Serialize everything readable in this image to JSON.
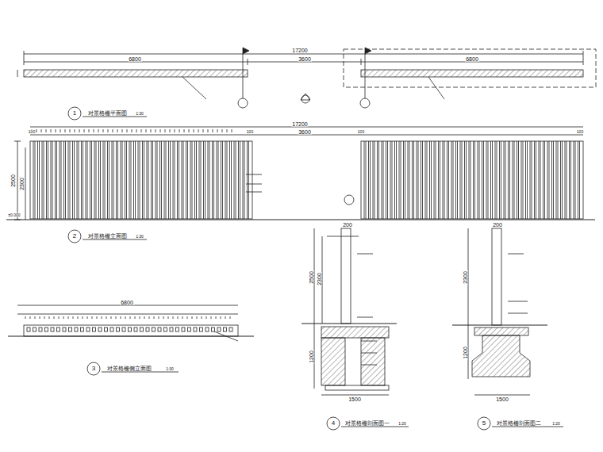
{
  "diagram": {
    "labels": [
      "17200",
      "6800",
      "3600",
      "6800",
      "1",
      "对景格栅平面图",
      "1:30",
      "17200",
      "100",
      "3600",
      "100",
      "100",
      "100",
      "2500",
      "2300",
      "±0.000",
      "2",
      "对景格栅立面图",
      "1:30",
      "6800",
      "3",
      "对景格栅侧立面图",
      "1:30",
      "200",
      "2500",
      "2300",
      "1200",
      "1500",
      "4",
      "对景格栅剖面图一",
      "1:20",
      "200",
      "2300",
      "1200",
      "1500",
      "5",
      "对景格栅剖面图二",
      "1:20"
    ]
  }
}
